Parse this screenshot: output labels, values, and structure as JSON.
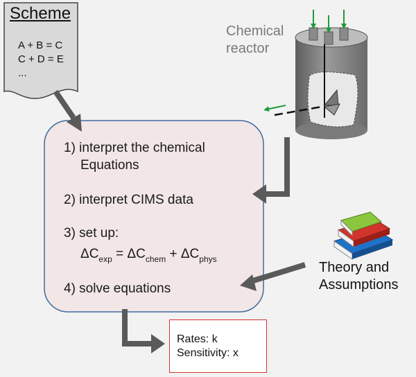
{
  "scheme": {
    "title": "Scheme",
    "equations": [
      "A + B = C",
      "C + D = E",
      "..."
    ]
  },
  "reactor": {
    "label_line1": "Chemical",
    "label_line2": "reactor"
  },
  "steps": {
    "step1_line1": "1) interpret the chemical",
    "step1_line2": "Equations",
    "step2": "2) interpret CIMS data",
    "step3_line1": "3) set up:",
    "step3_formula": {
      "delta1": "ΔC",
      "sub1": "exp",
      "eq": " = ΔC",
      "sub2": "chem",
      "plus": " + ΔC",
      "sub3": "phys"
    },
    "step4": "4) solve equations"
  },
  "theory": {
    "line1": "Theory and",
    "line2": "Assumptions"
  },
  "results": {
    "line1": "Rates: k",
    "line2": "Sensitivity: x"
  },
  "colors": {
    "process_box_fill": "#f2e6e6",
    "process_box_border": "#3f6aa0",
    "results_border": "#d83030",
    "arrow": "#5a5a5a",
    "green_arrow": "#1f9a3a"
  }
}
